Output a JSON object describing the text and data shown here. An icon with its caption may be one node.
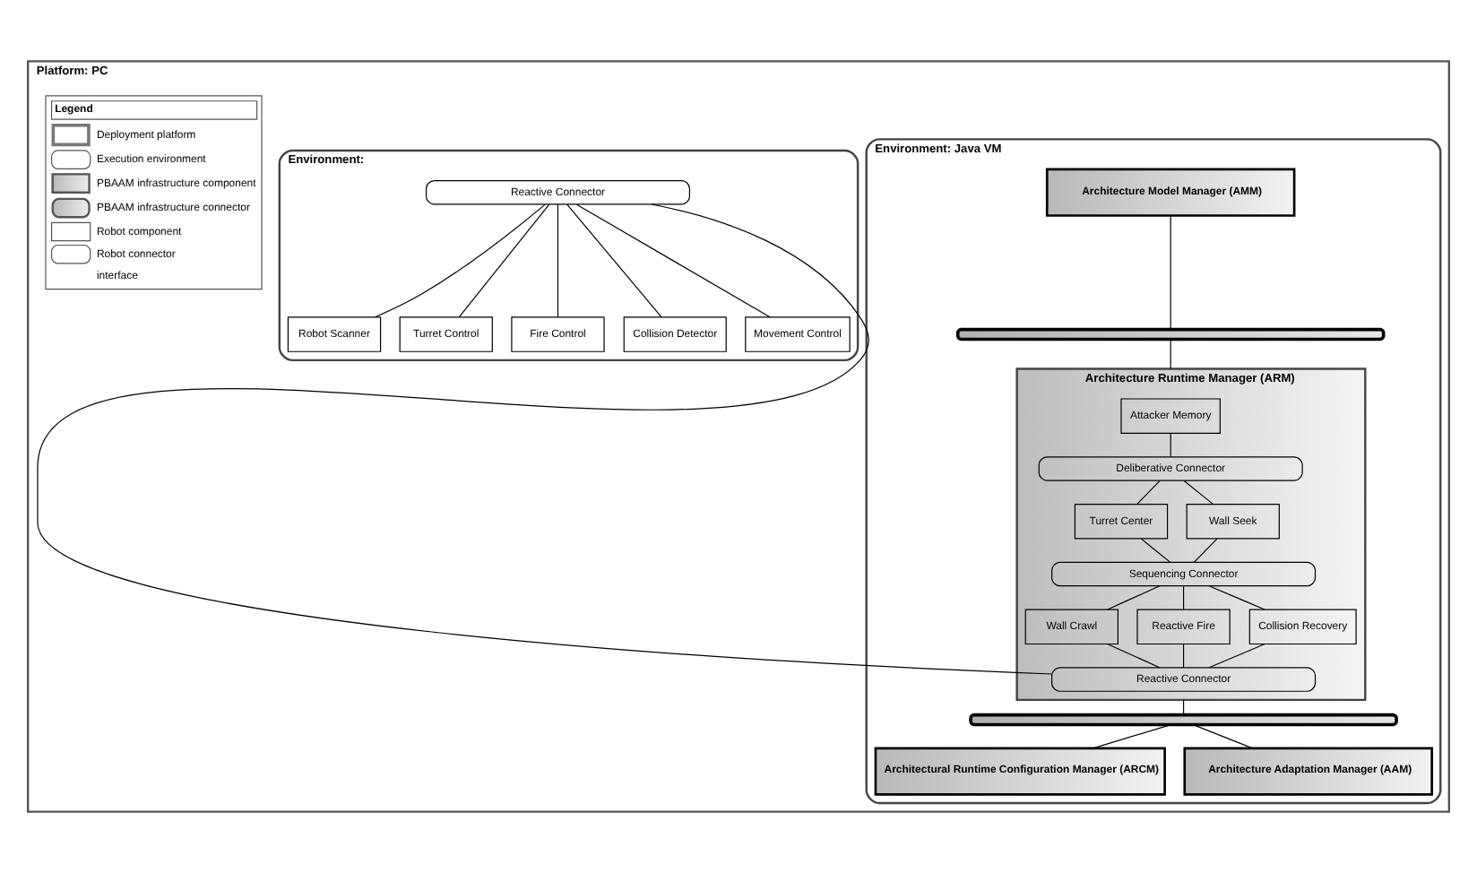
{
  "diagram": {
    "nodes": [
      {
        "text": [
          "Platform: PC"
        ]
      },
      {
        "text": [
          "Environment: Java VM"
        ],
        "in": 0
      },
      {
        "text": [
          "Architecture Model Manager (AMM)"
        ],
        "in": 1
      },
      {
        "text": [],
        "shape": "bar",
        "in": 1
      },
      {
        "text": [
          "Architecture Runtime Manager (ARM)"
        ],
        "in": 1
      },
      {
        "text": [
          "Attacker Memory"
        ],
        "in": 4
      },
      {
        "text": [
          "Deliberative Connector"
        ],
        "in": 4
      },
      {
        "text": [
          "Turret Center"
        ],
        "in": 4
      },
      {
        "text": [
          "Wall Seek"
        ],
        "in": 4
      },
      {
        "text": [
          "Sequencing Connector"
        ],
        "in": 4
      },
      {
        "text": [
          "Wall Crawl"
        ],
        "in": 4
      },
      {
        "text": [
          "Reactive Fire"
        ],
        "in": 4
      },
      {
        "text": [
          "Collision Recovery"
        ],
        "in": 4
      },
      {
        "text": [
          "Reactive Connector"
        ],
        "in": 4
      },
      {
        "text": [],
        "shape": "bar",
        "in": 1
      },
      {
        "text": [
          "Architectural Runtime Configuration Manager (ARCM)"
        ],
        "in": 1
      },
      {
        "text": [
          "Architecture Adaptation Manager (AAM)"
        ],
        "in": 1
      },
      {
        "text": [
          "Environment:"
        ],
        "in": 0
      },
      {
        "text": [
          "Reactive Connector"
        ],
        "in": 17
      },
      {
        "text": [
          "Robot Scanner"
        ],
        "in": 17
      },
      {
        "text": [
          "Turret Control"
        ],
        "in": 17
      },
      {
        "text": [
          "Fire Control"
        ],
        "in": 17
      },
      {
        "text": [
          "Collision Detector"
        ],
        "in": 17
      },
      {
        "text": [
          "Movement Control"
        ],
        "in": 17
      }
    ],
    "edges": [
      {
        "from": 2,
        "to": 3,
        "arrow": "none"
      },
      {
        "from": 3,
        "to": 4,
        "arrow": "none"
      },
      {
        "from": 5,
        "to": 6,
        "arrow": "none"
      },
      {
        "from": 6,
        "to": 7,
        "arrow": "none"
      },
      {
        "from": 6,
        "to": 8,
        "arrow": "none"
      },
      {
        "from": 7,
        "to": 9,
        "arrow": "none"
      },
      {
        "from": 8,
        "to": 9,
        "arrow": "none"
      },
      {
        "from": 9,
        "to": 10,
        "arrow": "none"
      },
      {
        "from": 9,
        "to": 11,
        "arrow": "none"
      },
      {
        "from": 9,
        "to": 12,
        "arrow": "none"
      },
      {
        "from": 10,
        "to": 13,
        "arrow": "none"
      },
      {
        "from": 11,
        "to": 13,
        "arrow": "none"
      },
      {
        "from": 12,
        "to": 13,
        "arrow": "none"
      },
      {
        "from": 4,
        "to": 14,
        "arrow": "none"
      },
      {
        "from": 14,
        "to": 15,
        "arrow": "none"
      },
      {
        "from": 14,
        "to": 16,
        "arrow": "none"
      },
      {
        "from": 18,
        "to": 19,
        "arrow": "none"
      },
      {
        "from": 18,
        "to": 22,
        "arrow": "none"
      },
      {
        "from": 18,
        "to": 20,
        "arrow": "none"
      },
      {
        "from": 18,
        "to": 23,
        "arrow": "none"
      },
      {
        "from": 18,
        "to": 21,
        "arrow": "none"
      },
      {
        "from": 13,
        "to": 18,
        "arrow": "none"
      }
    ],
    "labels": [
      "Legend"
    ],
    "legend": [
      {
        "text": "Deployment platform"
      },
      {
        "text": "Execution environment"
      },
      {
        "text": "PBAAM infrastructure component"
      },
      {
        "text": "PBAAM infrastructure connector"
      },
      {
        "text": "Robot component"
      },
      {
        "text": "Robot connector"
      },
      {
        "text": "interface"
      }
    ]
  }
}
